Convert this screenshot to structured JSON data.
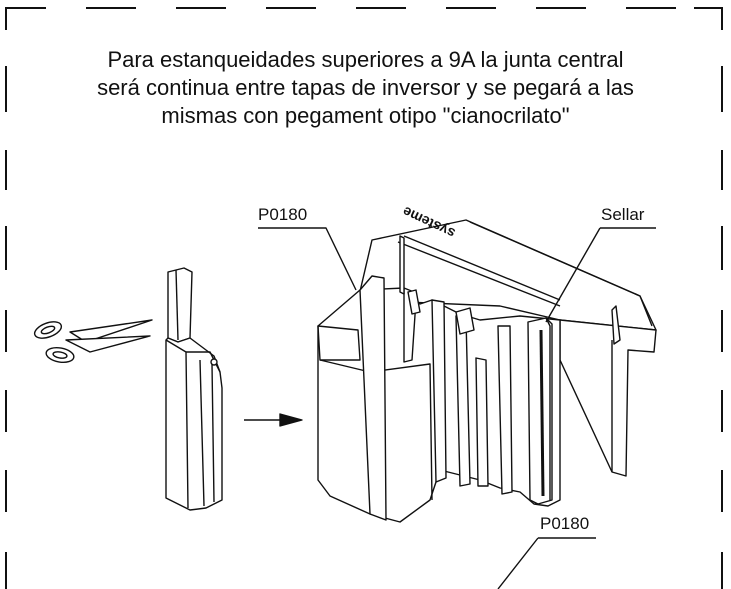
{
  "note": {
    "line1": "Para estanqueidades superiores a 9A la junta central",
    "line2": "será continua entre tapas de inversor y se pegará a las",
    "line3": "mismas con pegament otipo \"cianocrilato\""
  },
  "callouts": {
    "p0180_top": "P0180",
    "sellar": "Sellar",
    "p0180_bottom": "P0180"
  },
  "part_marking": "systeme",
  "colors": {
    "line": "#111111",
    "background": "#ffffff"
  }
}
